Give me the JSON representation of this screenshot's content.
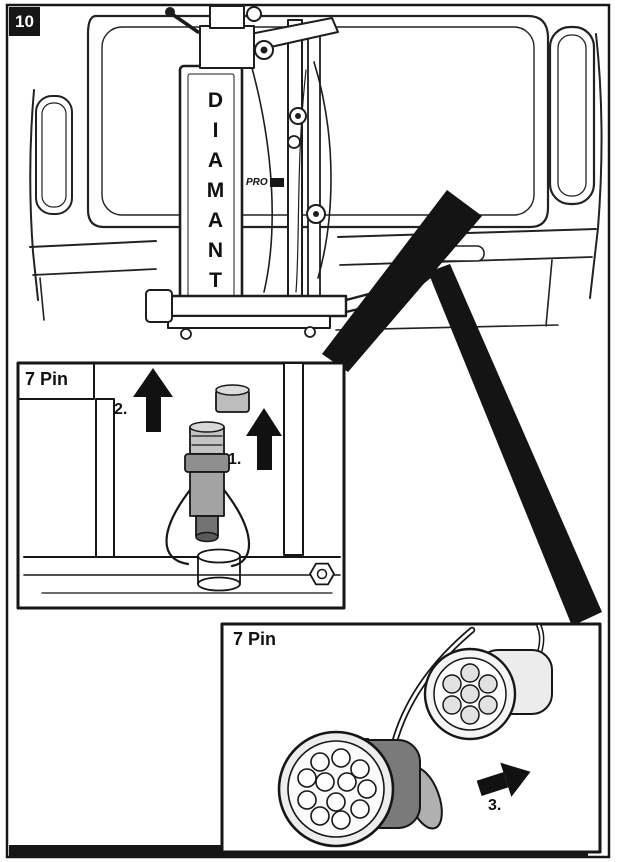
{
  "page": {
    "step_badge": "10"
  },
  "carrier": {
    "brand": "DIAMANT",
    "model": "PRO"
  },
  "inset_under_bumper": {
    "label": "7 Pin",
    "steps": {
      "lift_plug": "1.",
      "lift_cap": "2."
    }
  },
  "inset_connector": {
    "label": "7 Pin",
    "steps": {
      "insert_plug": "3."
    }
  },
  "icons": {
    "up_arrow": "filled-up-arrow",
    "right_arrow": "filled-right-arrow",
    "callout_pointer": "black-tapered-wedge"
  },
  "colors": {
    "line": "#1d1d1d",
    "paper": "#ffffff",
    "badge_bg": "#161616",
    "metal_light": "#c4c4c4",
    "metal_mid": "#9c9c9c",
    "metal_dark": "#6f6f6f"
  }
}
